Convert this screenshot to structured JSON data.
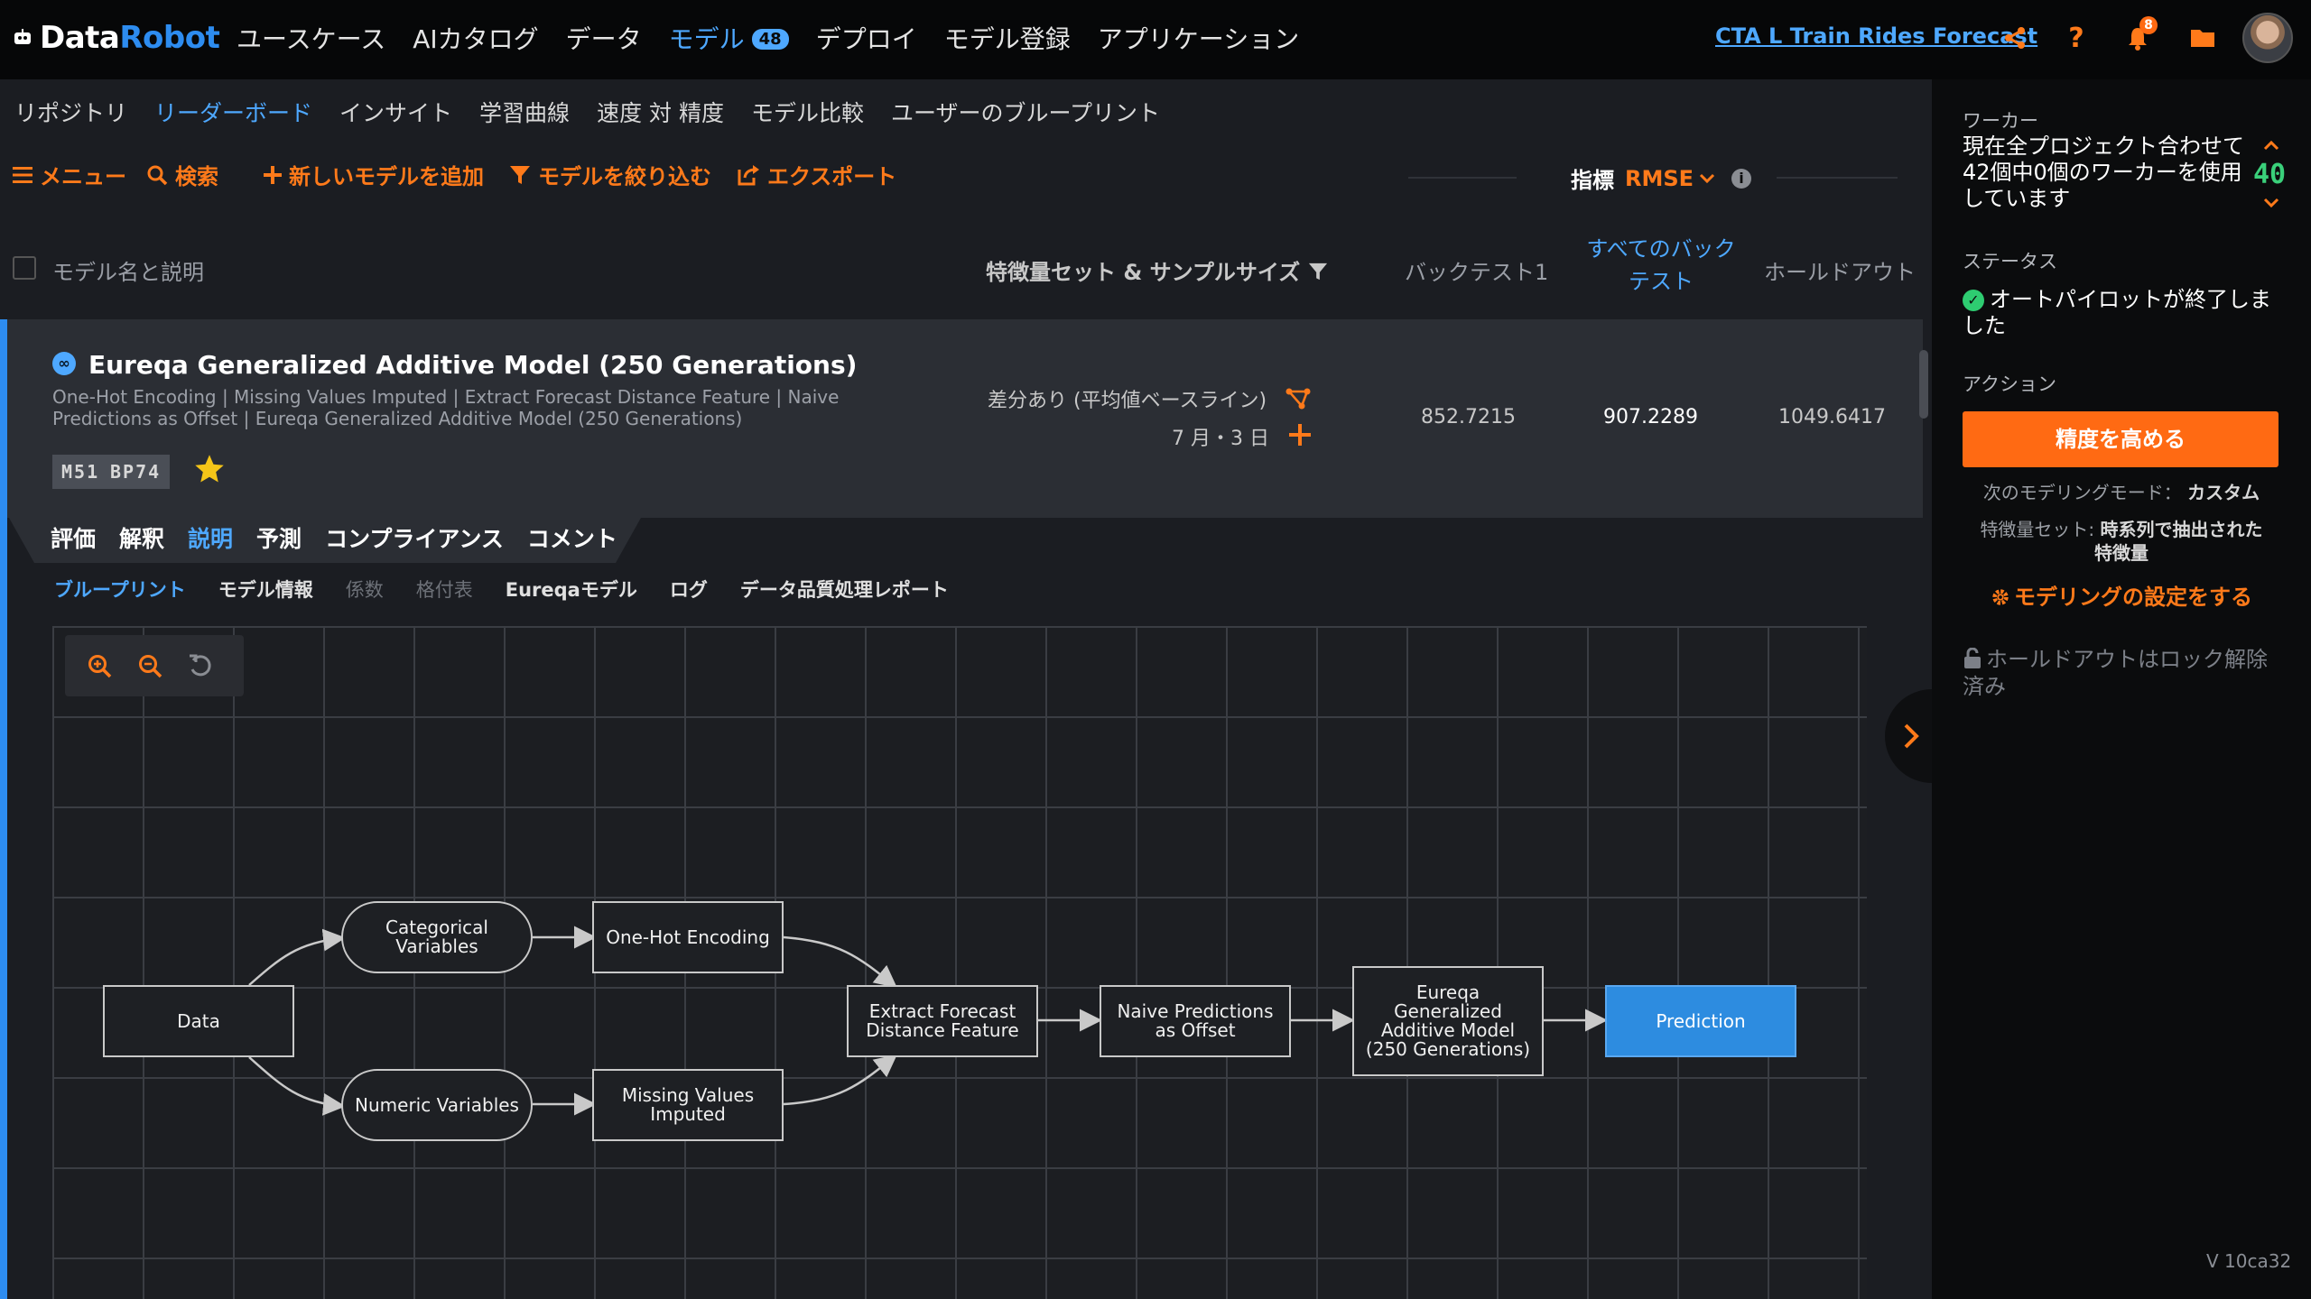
{
  "brand": {
    "part1": "Data",
    "part2": "Robot"
  },
  "topnav": {
    "items": [
      "ユースケース",
      "AIカタログ",
      "データ",
      "モデル",
      "デプロイ",
      "モデル登録",
      "アプリケーション"
    ],
    "active_index": 3,
    "models_badge": "48"
  },
  "project": {
    "name": "CTA L Train Rides Forecast"
  },
  "notifications": {
    "count": "8"
  },
  "subnav": {
    "items": [
      "リポジトリ",
      "リーダーボード",
      "インサイト",
      "学習曲線",
      "速度 対 精度",
      "モデル比較",
      "ユーザーのブループリント"
    ],
    "active_index": 1
  },
  "toolbar": {
    "menu": "メニュー",
    "search": "検索",
    "add_model": "新しいモデルを追加",
    "filter": "モデルを絞り込む",
    "export": "エクスポート",
    "metric_label": "指標",
    "metric_value": "RMSE"
  },
  "table_header": {
    "name": "モデル名と説明",
    "feature_set": "特徴量セット & サンプルサイズ",
    "backtest1": "バックテスト1",
    "all_backtests_line1": "すべてのバック",
    "all_backtests_line2": "テスト",
    "holdout": "ホールドアウト"
  },
  "model": {
    "icon_text": "∞",
    "title": "Eureqa Generalized Additive Model (250 Generations)",
    "description": "One-Hot Encoding | Missing Values Imputed | Extract Forecast Distance Feature | Naive Predictions as Offset | Eureqa Generalized Additive Model (250 Generations)",
    "tags": [
      "M51",
      "BP74"
    ],
    "starred": true,
    "feature_set": "差分あり (平均値ベースライン)",
    "sample": "7 月・3 日",
    "scores": {
      "backtest1": "852.7215",
      "all_backtests": "907.2289",
      "holdout": "1049.6417"
    }
  },
  "tabs": {
    "items": [
      "評価",
      "解釈",
      "説明",
      "予測",
      "コンプライアンス",
      "コメント"
    ],
    "active_index": 2
  },
  "subtabs": {
    "items": [
      "ブループリント",
      "モデル情報",
      "係数",
      "格付表",
      "Eureqaモデル",
      "ログ",
      "データ品質処理レポート"
    ],
    "active_index": 0
  },
  "blueprint": {
    "nodes": {
      "data": "Data",
      "categorical": "Categorical Variables",
      "numeric": "Numeric Variables",
      "onehot": "One-Hot Encoding",
      "missing": "Missing Values Imputed",
      "extract": "Extract Forecast Distance Feature",
      "naive": "Naive Predictions as Offset",
      "eureqa": "Eureqa Generalized Additive Model (250 Generations)",
      "prediction": "Prediction"
    }
  },
  "right_panel": {
    "workers_label": "ワーカー",
    "workers_text": "現在全プロジェクト合わせて42個中0個のワーカーを使用しています",
    "workers_count": "40",
    "status_label": "ステータス",
    "status_text": "オートパイロットが終了しました",
    "action_label": "アクション",
    "improve_button": "精度を高める",
    "next_mode_label": "次のモデリングモード：",
    "next_mode_value": "カスタム",
    "feature_set_label": "特徴量セット:",
    "feature_set_value": "時系列で抽出された特徴量",
    "settings_link": "モデリングの設定をする",
    "holdout_text": "ホールドアウトはロック解除済み",
    "version": "V 10ca32"
  },
  "colors": {
    "accent": "#ff6a13",
    "link": "#4ea8ff",
    "prediction_node": "#2d8ce0",
    "ok": "#2ecc71"
  }
}
